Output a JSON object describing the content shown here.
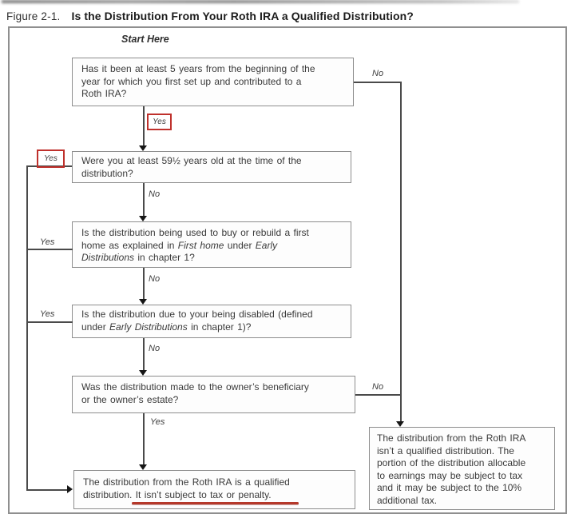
{
  "figure": {
    "label": "Figure 2-1.",
    "title": "Is the Distribution From Your Roth IRA a Qualified Distribution?"
  },
  "flowchart": {
    "start_label": "Start Here",
    "labels": {
      "yes": "Yes",
      "no": "No"
    },
    "boxes": {
      "q1": {
        "segments": [
          {
            "t": "Has it been at least 5 years from the beginning of the",
            "br": true
          },
          {
            "t": "year for which you first set up and contributed to a",
            "br": true
          },
          {
            "t": "Roth IRA?"
          }
        ]
      },
      "q2": {
        "segments": [
          {
            "t": "Were you at least 59½ years old at the time of the",
            "br": true
          },
          {
            "t": "distribution?"
          }
        ]
      },
      "q3": {
        "segments": [
          {
            "t": "Is the distribution being used to buy or rebuild a first",
            "br": true
          },
          {
            "t": "home as explained in "
          },
          {
            "t": "First home",
            "i": true
          },
          {
            "t": " under "
          },
          {
            "t": "Early",
            "i": true,
            "br": true
          },
          {
            "t": "Distributions",
            "i": true
          },
          {
            "t": " in chapter 1?"
          }
        ]
      },
      "q4": {
        "segments": [
          {
            "t": "Is the distribution due to your being disabled (defined",
            "br": true
          },
          {
            "t": "under "
          },
          {
            "t": "Early Distributions",
            "i": true
          },
          {
            "t": " in chapter 1)?"
          }
        ]
      },
      "q5": {
        "segments": [
          {
            "t": "Was the distribution made to the owner’s beneficiary",
            "br": true
          },
          {
            "t": "or the owner’s estate?"
          }
        ]
      },
      "qualified": {
        "segments": [
          {
            "t": "The distribution from the Roth IRA is a qualified",
            "br": true
          },
          {
            "t": "distribution. It isn’t subject to tax or penalty."
          }
        ]
      },
      "not_qualified": {
        "segments": [
          {
            "t": "The distribution from the Roth IRA",
            "br": true
          },
          {
            "t": "isn’t a qualified distribution. The",
            "br": true
          },
          {
            "t": "portion of the distribution allocable",
            "br": true
          },
          {
            "t": "to earnings may be subject to tax",
            "br": true
          },
          {
            "t": "and it may be subject to the 10%",
            "br": true
          },
          {
            "t": "additional tax."
          }
        ]
      }
    }
  },
  "colors": {
    "annotation_red": "#bf312c",
    "underline_red": "#b5382a",
    "line": "#4a4a4a",
    "box_border": "#8d8d8d",
    "text": "#3a3a3a"
  }
}
